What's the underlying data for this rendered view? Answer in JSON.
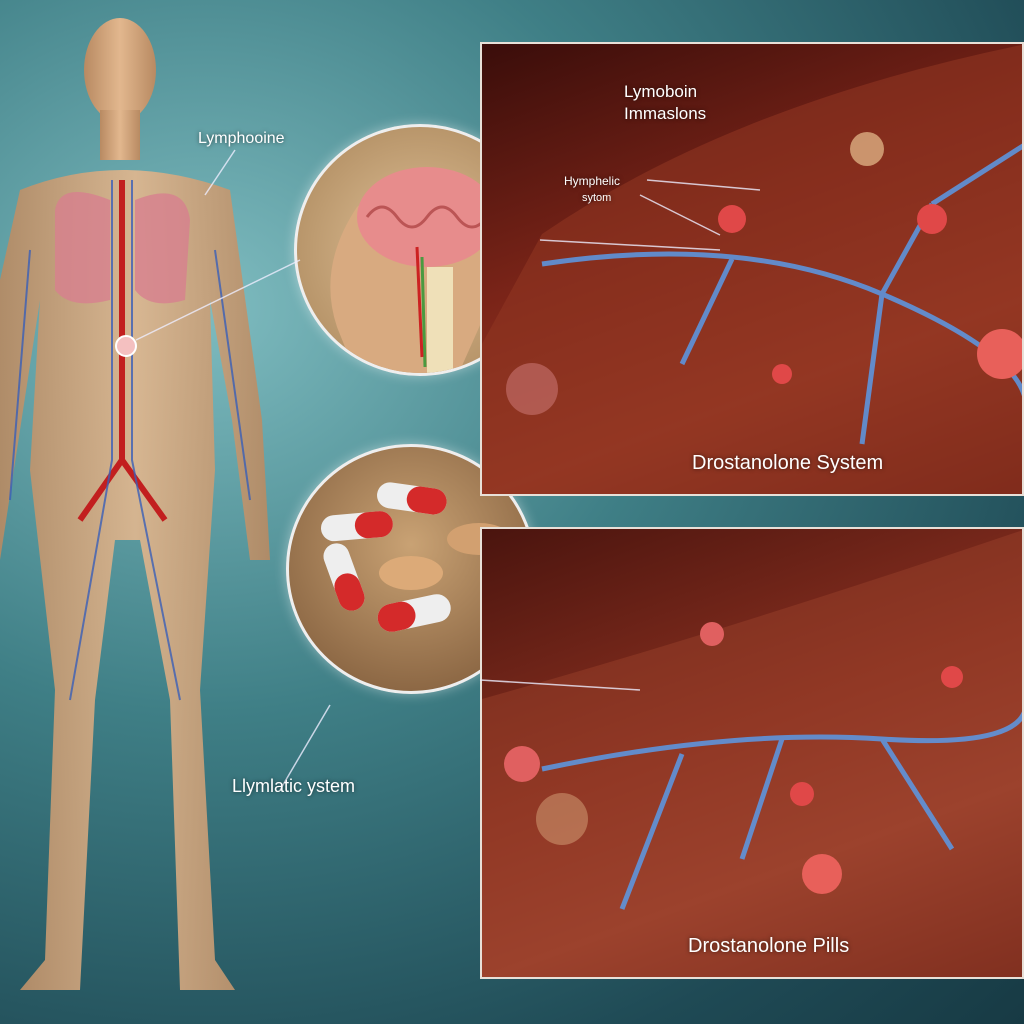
{
  "labels": {
    "body_label": "Lymphooine",
    "panel_top_title_line1": "Lymoboin",
    "panel_top_title_line2": "Immaslons",
    "panel_top_sublabel_line1": "Hymphelic",
    "panel_top_sublabel_line2": "sytom",
    "panel_top_caption": "Drostanolone System",
    "panel_bottom_caption": "Drostanolone Pills",
    "lymphatic_label": "Llymlatic ystem"
  },
  "colors": {
    "background": "#3f7f86",
    "tissue": "#8a2a1c",
    "vessel": "#4a8fe0",
    "pill_red": "#d42a2a",
    "tablet": "#d2a070"
  }
}
